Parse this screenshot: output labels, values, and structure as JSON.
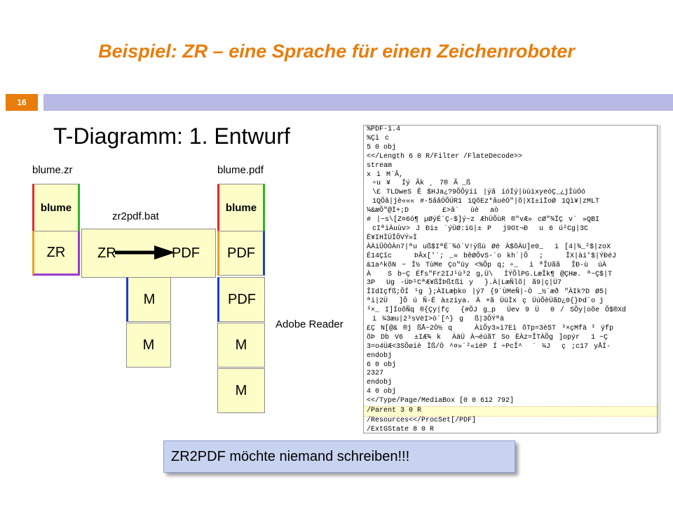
{
  "title": "Beispiel:  ZR – eine Sprache für einen Zeichenroboter",
  "slide_number": "16",
  "subtitle": "T-Diagramm:  1. Entwurf",
  "diagram": {
    "label_left": "blume.zr",
    "label_right": "blume.pdf",
    "label_mid": "zr2pdf.bat",
    "label_reader": "Adobe Reader",
    "left_top": "blume",
    "left_bottom": "ZR",
    "mid_source": "ZR",
    "mid_target": "PDF",
    "mid_impl": "M",
    "mid_machine": "M",
    "right_top": "blume",
    "right_bottom": "PDF",
    "reader_source": "PDF",
    "reader_target": "M",
    "reader_machine": "M"
  },
  "code_lines": [
    "%PDF-1.4",
    "%Çìc",
    "5 0 obj",
    "<</Length 6 0 R/Filter /FlateDecode>>",
    "stream",
    "xìM´Â,",
    "÷u¥ÍýÃk¸7®Ã _ß",
    "\\£TLDweSÊ$HJa¿?9ÕÕÿii|ýâíóÍý|ùùixyeóÇ_¿jÌùÓó",
    "1QÕâ|jè«««#-5ââÖÕÜR11QõEz*âuéÖ\"|õ|XI±iÏoØ1Qì¥|zMLT",
    "",
    "¼&æÕ\"@Ì+;D£>â`ùèaò",
    "#|~s\\[Z¤6ó¶µØýÉ´Ç-$]ý~zÆhÜÕùR®\"vÆ»cØ\"¾ÏÇv`»QBI",
    "cIªiÀuùv>JÐi±´ýÜØ:iG|±Pj9Ot¬Ðu6ú²Cg|3C",
    "Ë¥IHÌÜÎÕVÝ»Ì",
    "ÀÄiÛÒÒÀn7|ªuuß$IªÉ´¾ó´V!ýßùØëÀ$õÄU]e0_i[4|¾_²$|zoX",
    "É14ÇîcÞÂx['´;_«bêØÕvS-´okh´|Õ;ÎX|ài'$|ÝÐéJ",
    "&1a^kõN~Î½TùMeÇo\"üy<%Õpq; ÷_iªÎUããÎÐ-ù úÀ",
    "ÀSb~ÇÉfs\"Fr2IJ¹ù³2g,Ü\\ÍÝÕlPG.LæÎk¶@ÇHæ.ª~Ç$|T",
    "3PUg-ÜÞ¹CªÆ¥ßÎÞßtßiy}.À|LæÑlõ|ã9|ç|Ü7",
    "ÎIdIçfß;ÕÍ¹g};ÀILæþko|ý7{9´ÙMeÑ|-Ò_½´æð\"ÀIk?DØ5|",
    "ªi|2Ü]ÕúÑ-Ëà±zíya.Ä+ãÜüÌxçÜúÕèÜãD¿0{}Þd´o j",
    "³×_I]ÍoõÑq®{Çy|fç{#ÕJg_pÜev9Ü0/SÕy|oõeÕ$®Xd",
    "i¼3æu|2³sVëI>ò´[^}gß|3ÕÝªä",
    "£ÇN[@&®jßÅ~2Ò½qÀiÕy3»ì7EìõTp=3è5T³×çMfä ³ýfp",
    "õÞDbV6±IÆ¾kÀäÜÀ¬éúãTSoÈÀz=ÎTÀÕg]opýr1 ~Ç",
    "3=o4ÜÆ<3SÕøièÎß/Ò^¤»´²«iéPÍ ÷PcÎ^ ´¼Jç;c17yÅÍ-",
    "endobj",
    "6 0 obj",
    "2327",
    "endobj",
    "4 0 obj",
    "<</Type/Page/MediaBox [0 0 612 792]",
    "/Parent 3 0 R",
    "/Resources<</ProcSet[/PDF]",
    "/ExtGState 8 0 R",
    ">>"
  ],
  "callout": "ZR2PDF möchte niemand schreiben!!!"
}
